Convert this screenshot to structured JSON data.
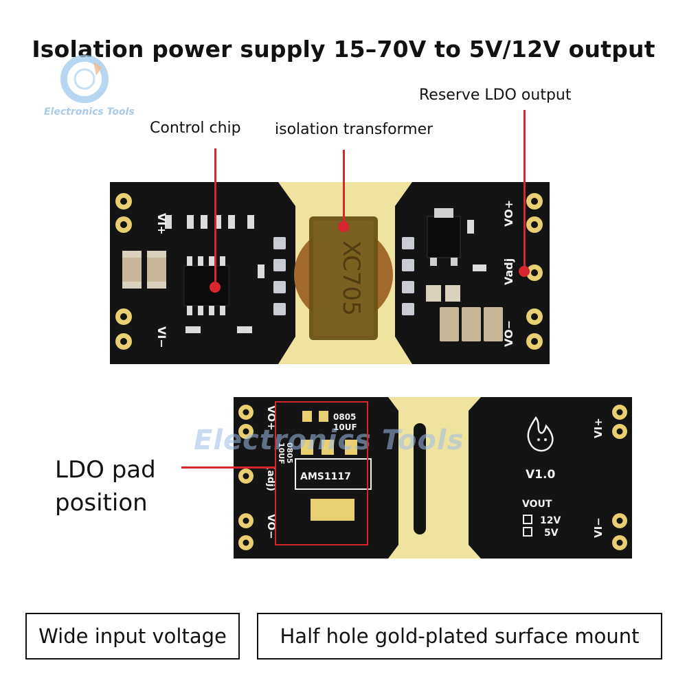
{
  "title": "Isolation power supply 15–70V to 5V/12V output",
  "watermark": {
    "brand": "Electronics Tools"
  },
  "callouts": {
    "control_chip": "Control chip",
    "isolation_transformer": "isolation transformer",
    "reserve_ldo": "Reserve LDO output",
    "ldo_pad_line1": "LDO pad",
    "ldo_pad_line2": "position"
  },
  "top_board": {
    "vi_plus": "VI+",
    "vi_minus": "VI−",
    "vo_plus": "VO+",
    "vo_minus": "VO−",
    "vadj": "Vadj",
    "transformer_marking": "XC705"
  },
  "bottom_board": {
    "vo_plus": "VO+",
    "vo_minus": "VO−",
    "adj": "(adj)",
    "cap1_size": "0805",
    "cap1_value": "10UF",
    "cap2_size": "0805",
    "cap2_value": "10UF",
    "regulator": "AMS1117",
    "version": "V1.0",
    "vout_label": "VOUT",
    "opt_12v": "12V",
    "opt_5v": "5V",
    "vi_plus": "VI+",
    "vi_minus": "VI−"
  },
  "features": {
    "left": "Wide input voltage",
    "right": "Half hole gold-plated surface mount"
  },
  "colors": {
    "pcb": "#141414",
    "gold": "#e8cf72",
    "substrate": "#efe3a0",
    "callout_red": "#d8262e",
    "transformer": "#6b5418"
  }
}
